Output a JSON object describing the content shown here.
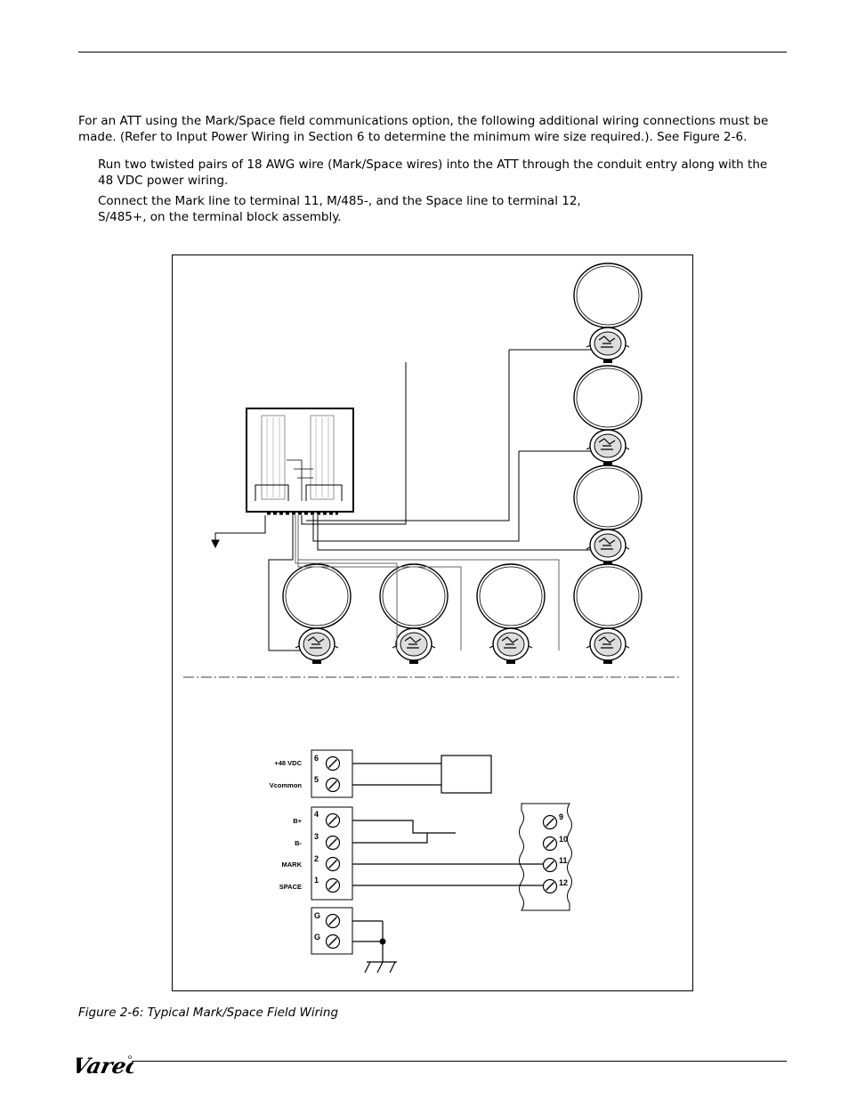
{
  "intro": "For an ATT using the Mark/Space field communications option, the following additional wiring connections must be made. (Refer to Input Power Wiring in Section 6 to determine the minimum wire size required.). See Figure 2-6.",
  "steps": [
    "Run two twisted pairs of 18 AWG wire (Mark/Space wires) into the ATT through the conduit entry along with the 48 VDC power wiring.",
    "Connect the Mark line to terminal 11, M/485-, and the Space line to terminal 12, S/485+, on the terminal block assembly."
  ],
  "diagram": {
    "left_terminals": [
      {
        "num": "6",
        "label": "+48 VDC"
      },
      {
        "num": "5",
        "label": "Vcommon"
      },
      {
        "num": "4",
        "label": "B+"
      },
      {
        "num": "3",
        "label": "B-"
      },
      {
        "num": "2",
        "label": "MARK"
      },
      {
        "num": "1",
        "label": "SPACE"
      },
      {
        "num": "G",
        "label": ""
      },
      {
        "num": "G",
        "label": ""
      }
    ],
    "right_terminals": [
      "9",
      "10",
      "11",
      "12"
    ]
  },
  "caption": "Figure 2-6: Typical Mark/Space Field Wiring",
  "logo_text": "Varec"
}
